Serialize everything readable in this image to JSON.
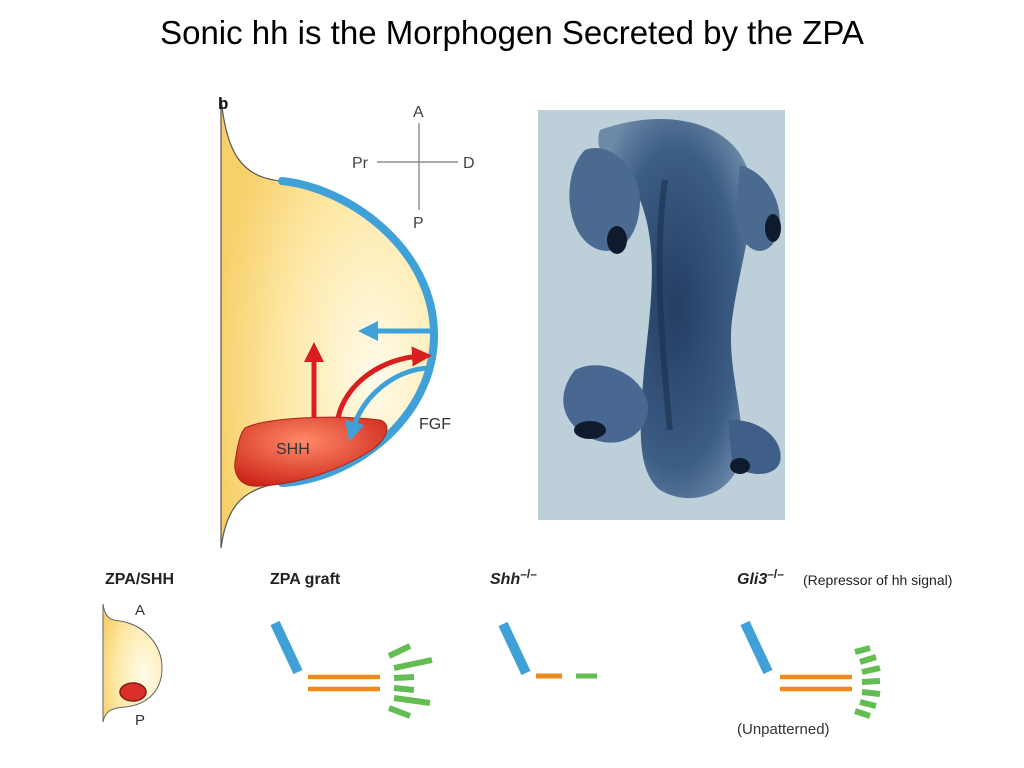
{
  "title": "Sonic hh is the Morphogen Secreted by the ZPA",
  "panel_letter": "b",
  "axes": {
    "anterior": "A",
    "proximal": "Pr",
    "distal": "D",
    "posterior": "P"
  },
  "labels": {
    "shh": "SHH",
    "fgf": "FGF"
  },
  "bottom_panels": [
    {
      "heading": "ZPA/SHH",
      "anterior": "A",
      "posterior": "P"
    },
    {
      "heading": "ZPA graft"
    },
    {
      "heading_base": "Shh",
      "heading_sup": "–/–"
    },
    {
      "heading_base": "Gli3",
      "heading_sup": "–/–",
      "note": "(Repressor of hh signal)",
      "caption": "(Unpatterned)"
    }
  ],
  "colors": {
    "limb_yellow": "#f7d572",
    "aer_blue": "#3fa1d8",
    "shh_red": "#d9302a",
    "arrow_red": "#d81e1e",
    "digit_orange": "#ee8a1a",
    "digit_green": "#63bd52",
    "photo_bg": "#b7cad5"
  }
}
